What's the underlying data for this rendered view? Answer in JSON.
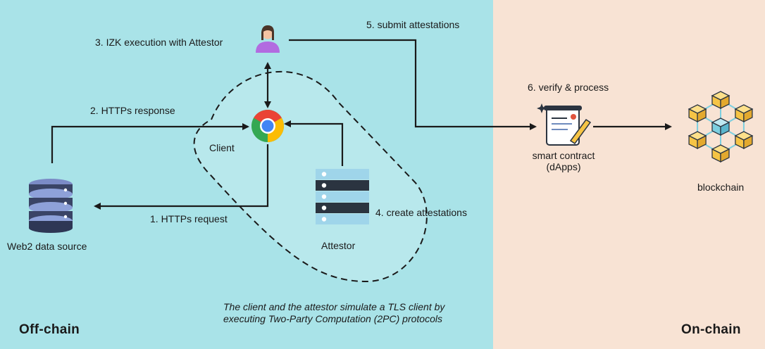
{
  "regions": {
    "offchain": "Off-chain",
    "onchain": "On-chain"
  },
  "steps": {
    "step1": "1. HTTPs request",
    "step2": "2. HTTPs response",
    "step3": "3. IZK execution with Attestor",
    "step4": "4. create attestations",
    "step5": "5. submit attestations",
    "step6": "6. verify & process"
  },
  "nodes": {
    "client": "Client",
    "attestor": "Attestor",
    "web2_source": "Web2 data source",
    "smart_contract_line1": "smart contract",
    "smart_contract_line2": "(dApps)",
    "blockchain": "blockchain"
  },
  "note": "The client and the attestor simulate a TLS client by executing Two-Party Computation (2PC) protocols",
  "icons": {
    "user": "user-icon",
    "browser": "chrome-browser-icon",
    "server": "server-stack-icon",
    "database": "database-icon",
    "contract": "contract-document-icon",
    "blockchain": "blockchain-cubes-icon"
  },
  "colors": {
    "offchain_bg": "#a9e3e8",
    "onchain_bg": "#f8e3d4",
    "arrow": "#1a1a1a",
    "cube": "#f6c445",
    "cube_center": "#7ccfe0"
  }
}
